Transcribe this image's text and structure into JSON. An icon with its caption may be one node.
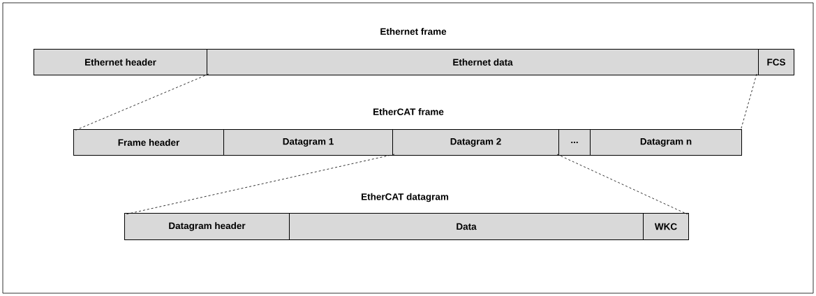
{
  "diagram": {
    "nodes": [
      {
        "text": [
          "Ethernet header"
        ]
      },
      {
        "text": [
          "Ethernet data"
        ]
      },
      {
        "text": [
          "FCS"
        ]
      },
      {
        "text": [
          "Frame header"
        ]
      },
      {
        "text": [
          "Datagram 1"
        ]
      },
      {
        "text": [
          "Datagram 2"
        ]
      },
      {
        "text": [
          "..."
        ]
      },
      {
        "text": [
          "Datagram n"
        ]
      },
      {
        "text": [
          "Datagram header"
        ]
      },
      {
        "text": [
          "Data"
        ]
      },
      {
        "text": [
          "WKC"
        ]
      }
    ],
    "edges": [
      {
        "from": 1,
        "to": 3,
        "arrow": "none",
        "style": "dashed"
      },
      {
        "from": 1,
        "to": 7,
        "arrow": "none",
        "style": "dashed"
      },
      {
        "from": 5,
        "to": 8,
        "arrow": "none",
        "style": "dashed"
      },
      {
        "from": 5,
        "to": 10,
        "arrow": "none",
        "style": "dashed"
      }
    ],
    "labels": [
      "Ethernet frame",
      "EtherCAT frame",
      "EtherCAT datagram"
    ]
  }
}
